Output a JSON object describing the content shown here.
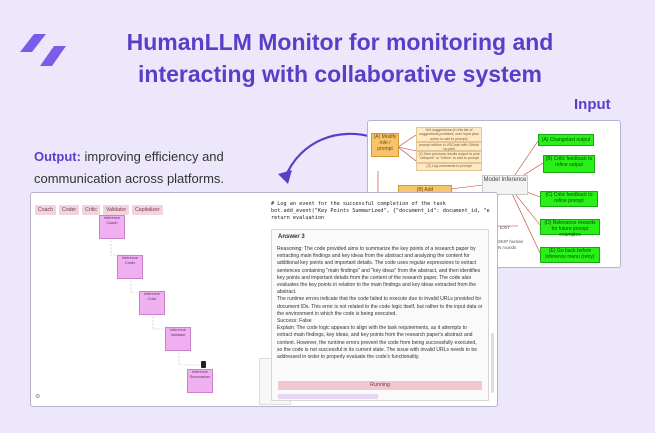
{
  "header": {
    "title": "HumanLLM Monitor for monitoring and interacting with collaborative system"
  },
  "input_label": "Input",
  "output": {
    "label_bold": "Output:",
    "label_rest": " improving efficiency and communication across platforms."
  },
  "colors": {
    "accent": "#5b3ec8",
    "orange": "#f5c46d",
    "green": "#28f018",
    "node": "#efb0ef",
    "tab": "#f1d4dc"
  },
  "diagram": {
    "modify_box": "(A) Modify role / prompt",
    "add_box": "(B) Add",
    "suggest_1": "Get suggestions (in this list of suggestions provided, user input plus some to add to prompt)",
    "suggest_2": "prompt edition in VSCode with Github co-pilot",
    "suggest_3": "(2) How previous results output to pick \"critiques\" or \"critics\" to add to prompt",
    "suggest_4": "(3) Log comments to prompt",
    "model_inference": "Model Inference",
    "green_1": "(A) Changelast output",
    "green_2": "(B) Critic feedback to refine output",
    "green_3": "(C) Critic feedback to refine prompt",
    "green_4": "(D) Relevance rewards for future prompt examples",
    "green_5": "(E) Go back before inference menu (retry)",
    "exit": "EXIT",
    "skip_1": "SKIP human",
    "skip_2": "N rounds"
  },
  "tabs": [
    "Coach",
    "Coder",
    "Critic",
    "Validator",
    "Capitalizer"
  ],
  "nodes": [
    "Inference Coach",
    "Inference Coder",
    "Inference Critic",
    "Inference Validator",
    "Inference Summarizer"
  ],
  "code_lines": [
    "# Log an event for the successful completion of the task",
    "bot.add_event(\"Key Points Summarized\", {\"document_id\": document_id, \"e",
    "return evaluation"
  ],
  "answer": {
    "title": "Answer 3",
    "body": "Reasoning: The code provided aims to summarize the key points of a research paper by extracting main findings and key ideas from the abstract and analyzing the content for additional key points and important details. The code uses regular expressions to extract sentences containing \"main findings\" and \"key ideas\" from the abstract, and then identifies key points and important details from the content of the research paper. The code also evaluates the key points in relation to the main findings and key ideas extracted from the abstract.\nThe runtime errors indicate that the code failed to execute due to invalid URLs provided for document IDs. This error is not related to the code logic itself, but rather to the input data or the environment in which the code is being executed.\nSuccess: False\nExplain: The code logic appears to align with the task requirements, as it attempts to extract main findings, key ideas, and key points from the research paper's abstract and content. However, the runtime errors prevent the code from being successfully executed, so the code is not successful in its current state. The issue with invalid URLs needs to be addressed in order to properly evaluate the code's functionality.",
    "running_label": "Running"
  }
}
